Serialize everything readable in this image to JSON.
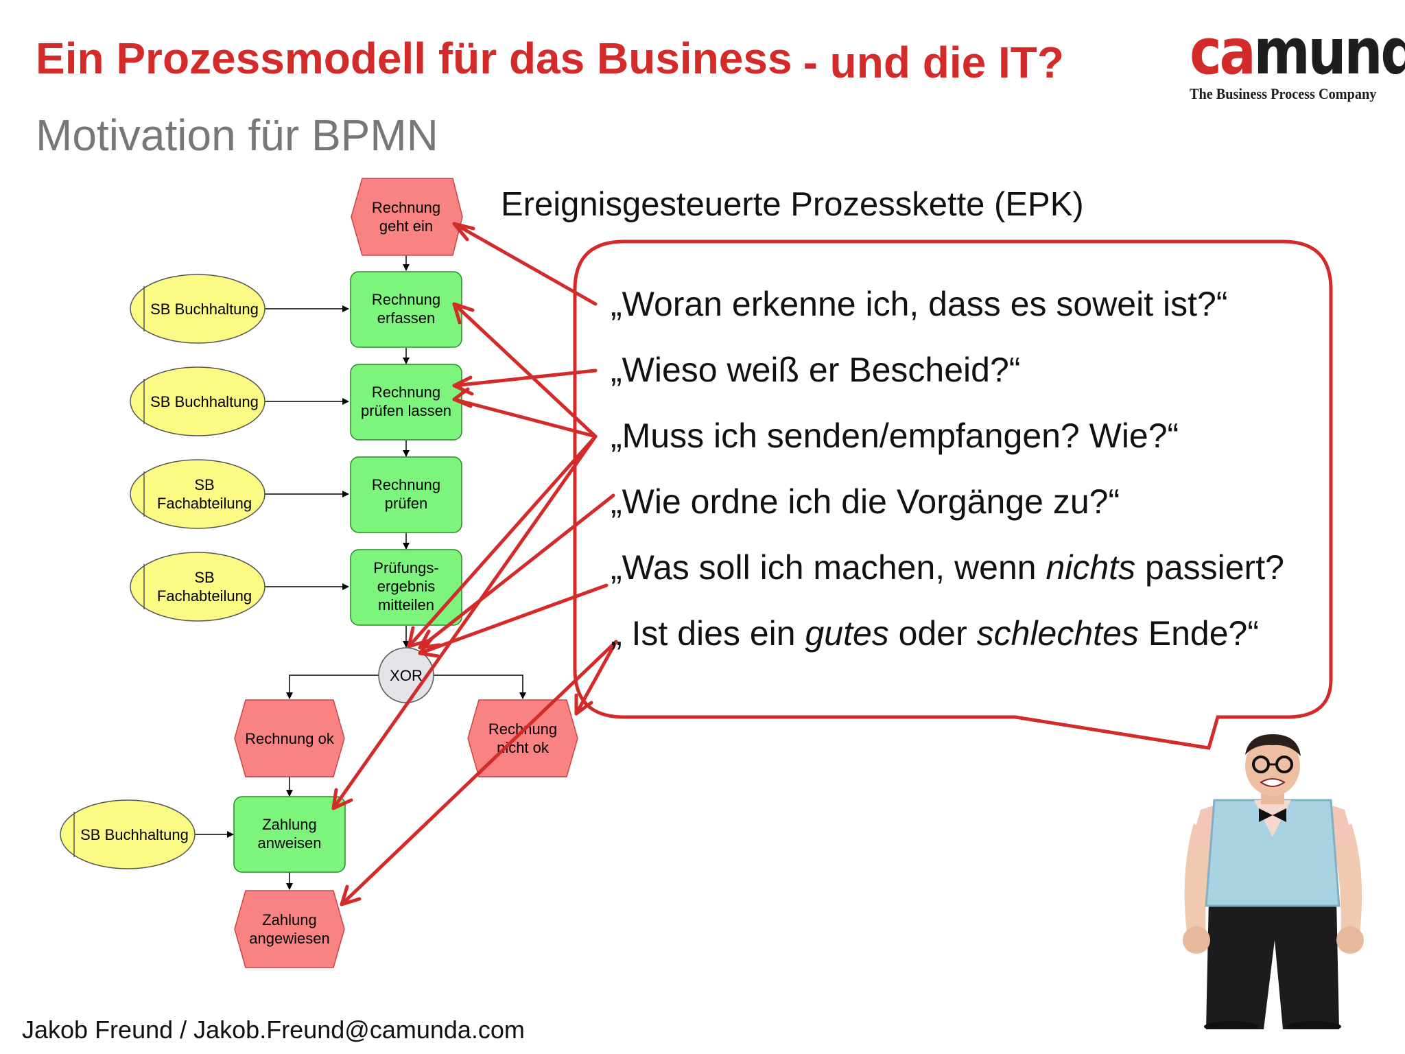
{
  "header": {
    "title_part1": "Ein Prozessmodell für das Business",
    "title_part2": "- und die IT?",
    "subtitle": "Motivation für BPMN"
  },
  "logo": {
    "brand_red": "ca",
    "brand_dark": "munda",
    "tagline": "The Business Process Company"
  },
  "diagram": {
    "heading": "Ereignisgesteuerte Prozesskette (EPK)",
    "events": {
      "rechnung_geht_ein": [
        "Rechnung",
        "geht ein"
      ],
      "rechnung_ok": [
        "Rechnung ok"
      ],
      "rechnung_nicht_ok": [
        "Rechnung",
        "nicht ok"
      ],
      "zahlung_angewiesen": [
        "Zahlung",
        "angewiesen"
      ]
    },
    "functions": {
      "rechnung_erfassen": [
        "Rechnung",
        "erfassen"
      ],
      "rechnung_pruefen_lassen": [
        "Rechnung",
        "prüfen lassen"
      ],
      "rechnung_pruefen": [
        "Rechnung",
        "prüfen"
      ],
      "pruefungsergebnis_mitteilen": [
        "Prüfungs-",
        "ergebnis",
        "mitteilen"
      ],
      "zahlung_anweisen": [
        "Zahlung",
        "anweisen"
      ]
    },
    "roles": {
      "role1": [
        "SB Buchhaltung"
      ],
      "role2": [
        "SB Buchhaltung"
      ],
      "role3": [
        "SB",
        "Fachabteilung"
      ],
      "role4": [
        "SB",
        "Fachabteilung"
      ],
      "role5": [
        "SB Buchhaltung"
      ]
    },
    "connector": "XOR",
    "colors": {
      "event_fill": "#f98383",
      "function_fill": "#7df57d",
      "role_fill": "#fafa85",
      "accent_red": "#d32a2a"
    }
  },
  "questions": {
    "q1": "„Woran erkenne ich, dass es soweit ist?“",
    "q2": "„Wieso weiß er Bescheid?“",
    "q3": "„Muss ich senden/empfangen? Wie?“",
    "q4": "„Wie ordne ich die Vorgänge zu?“",
    "q5_a": "„Was soll ich machen, wenn ",
    "q5_b": "nichts",
    "q5_c": " passiert?",
    "q6_a": "„ Ist dies ein ",
    "q6_b": "gutes",
    "q6_c": " oder ",
    "q6_d": "schlechtes",
    "q6_e": " Ende?“"
  },
  "footer": {
    "credit": "Jakob Freund / Jakob.Freund@camunda.com"
  }
}
